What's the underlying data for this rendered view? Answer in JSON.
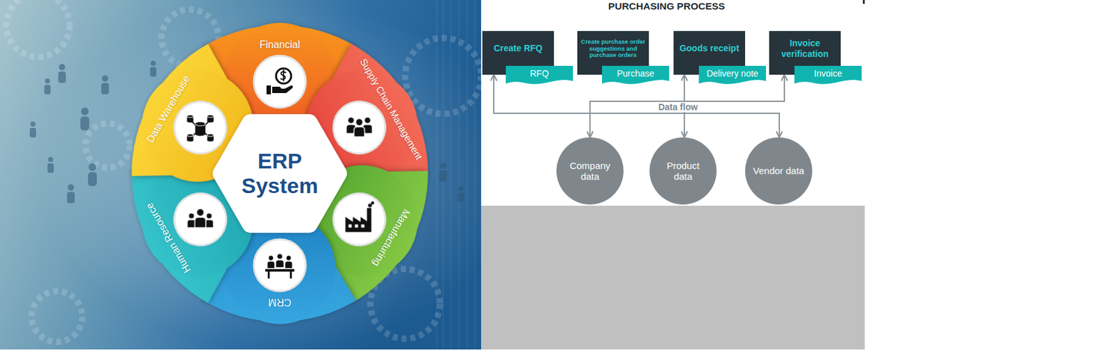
{
  "diagram": {
    "title": "PURCHASING PROCESS",
    "nodes": [
      {
        "text": [
          "Financial"
        ]
      },
      {
        "text": [
          "Supply Chain Management"
        ]
      },
      {
        "text": [
          "Manufacturing"
        ]
      },
      {
        "text": [
          "CRM"
        ]
      },
      {
        "text": [
          "Human Resource"
        ]
      },
      {
        "text": [
          "Data Warehouse"
        ]
      },
      {
        "text": [
          "ERP System"
        ]
      },
      {
        "text": [
          "Create RFQ"
        ]
      },
      {
        "text": [
          "RFQ"
        ]
      },
      {
        "text": [
          "Create purchase order suggestions and purchase orders"
        ]
      },
      {
        "text": [
          "Purchase"
        ]
      },
      {
        "text": [
          "Goods receipt"
        ]
      },
      {
        "text": [
          "Delivery note"
        ]
      },
      {
        "text": [
          "Invoice verification"
        ]
      },
      {
        "text": [
          "Invoice"
        ]
      },
      {
        "text": [
          "Company data"
        ]
      },
      {
        "text": [
          "Product data"
        ]
      },
      {
        "text": [
          "Vendor data"
        ]
      }
    ],
    "edges": [
      {
        "from": 7,
        "to": 17,
        "arrow": "both"
      },
      {
        "from": 13,
        "to": 15,
        "arrow": "both"
      },
      {
        "from": 11,
        "to": 16,
        "arrow": "both"
      }
    ],
    "labels": [
      "Data flow"
    ]
  }
}
